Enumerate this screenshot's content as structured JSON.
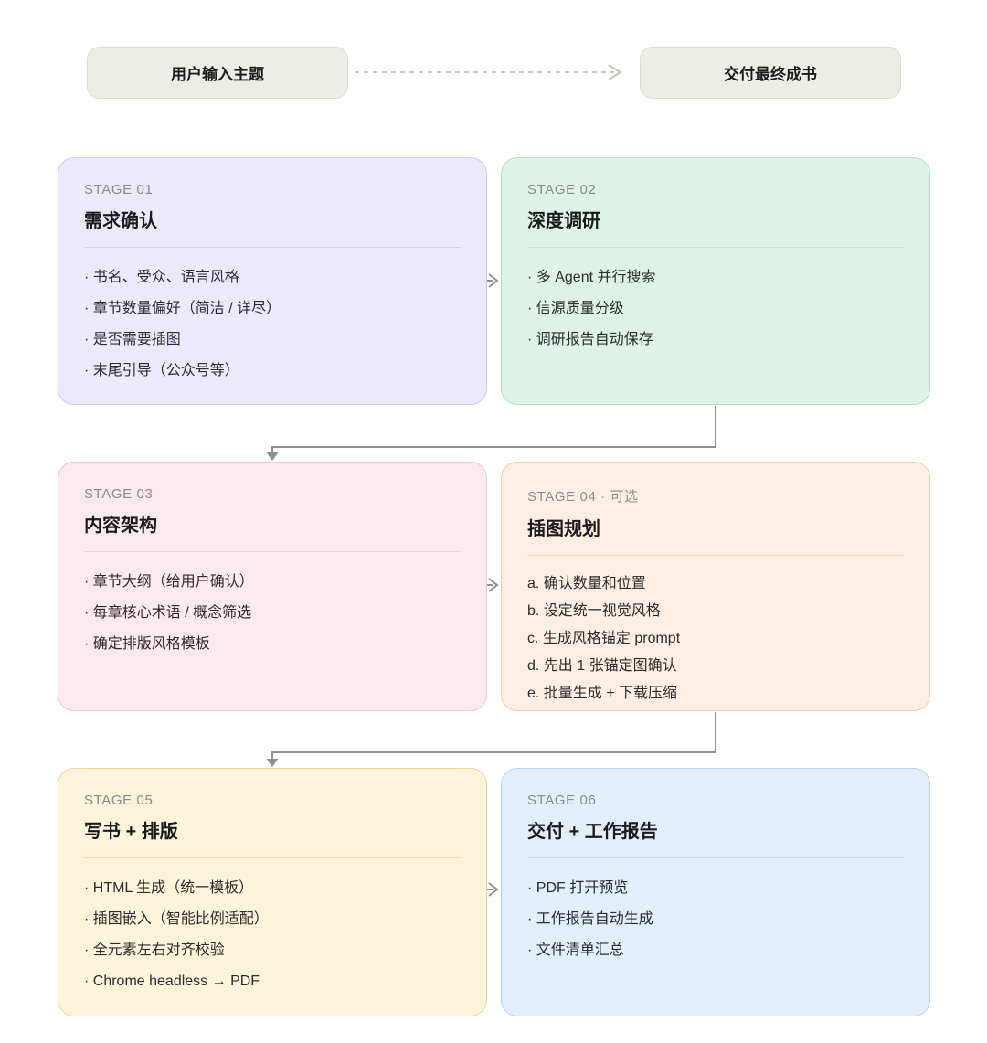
{
  "flow": {
    "start_pill": "用户输入主题",
    "end_pill": "交付最终成书"
  },
  "stages": [
    {
      "label": "STAGE 01",
      "title": "需求确认",
      "items": [
        "· 书名、受众、语言风格",
        "· 章节数量偏好（简洁 / 详尽）",
        "· 是否需要插图",
        "· 末尾引导（公众号等）"
      ],
      "colors": {
        "bg": "#ECE9FB",
        "border": "#CEC5F0",
        "divider": "#D7CFF2"
      }
    },
    {
      "label": "STAGE 02",
      "title": "深度调研",
      "items": [
        "· 多 Agent 并行搜索",
        "· 信源质量分级",
        "· 调研报告自动保存"
      ],
      "colors": {
        "bg": "#DEF3E7",
        "border": "#AEDFC6",
        "divider": "#C0E6D2"
      }
    },
    {
      "label": "STAGE 03",
      "title": "内容架构",
      "items": [
        "· 章节大纲（给用户确认）",
        "· 每章核心术语 / 概念筛选",
        "· 确定排版风格模板"
      ],
      "colors": {
        "bg": "#FBE9F0",
        "border": "#F2C3D6",
        "divider": "#F1CEDD"
      }
    },
    {
      "label": "STAGE 04 · 可选",
      "title": "插图规划",
      "items": [
        "a. 确认数量和位置",
        "b. 设定统一视觉风格",
        "c. 生成风格锚定 prompt",
        "d. 先出 1 张锚定图确认",
        "e. 批量生成 + 下载压缩"
      ],
      "colors": {
        "bg": "#FDEEE3",
        "border": "#F4C9AC",
        "divider": "#F3D6BE"
      }
    },
    {
      "label": "STAGE 05",
      "title": "写书 + 排版",
      "items": [
        "· HTML 生成（统一模板）",
        "· 插图嵌入（智能比例适配）",
        "· 全元素左右对齐校验",
        "· Chrome headless → PDF"
      ],
      "colors": {
        "bg": "#FCF3DB",
        "border": "#EBD49B",
        "divider": "#EEDDB1"
      }
    },
    {
      "label": "STAGE 06",
      "title": "交付 + 工作报告",
      "items": [
        "· PDF 打开预览",
        "· 工作报告自动生成",
        "· 文件清单汇总"
      ],
      "colors": {
        "bg": "#E3EEFA",
        "border": "#B7D3EF",
        "divider": "#C8DCF2"
      }
    }
  ],
  "connectors": {
    "arrow_color": "#8e8e93",
    "dashed_color": "#c4c4bc"
  }
}
